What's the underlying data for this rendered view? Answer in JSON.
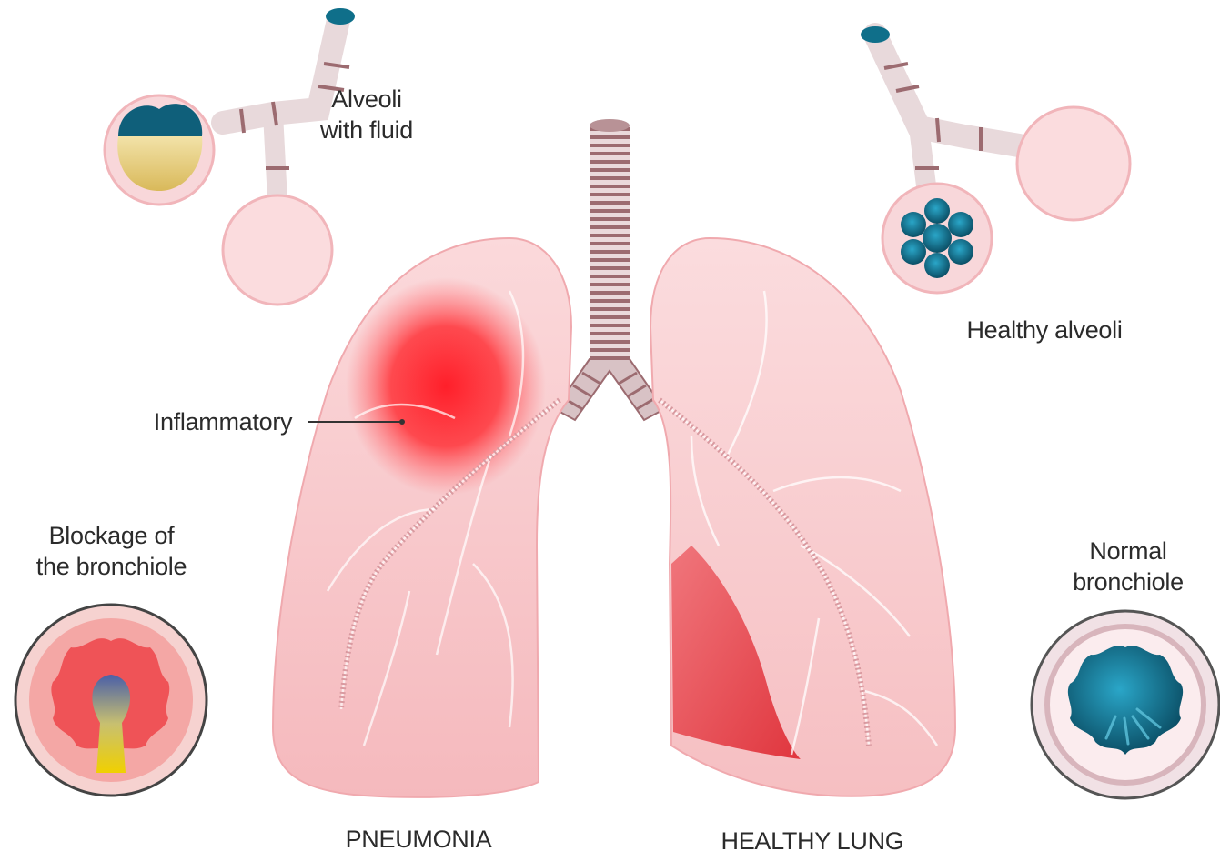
{
  "labels": {
    "alveoli_fluid": [
      "Alveoli",
      "with fluid"
    ],
    "healthy_alveoli": "Healthy alveoli",
    "inflammatory": "Inflammatory",
    "blockage": [
      "Blockage of",
      "the bronchiole"
    ],
    "normal_bronchiole": [
      "Normal",
      "bronchiole"
    ],
    "pneumonia": "PNEUMONIA",
    "healthy_lung": "HEALTHY LUNG"
  },
  "colors": {
    "lung_fill": "#f6c4c7",
    "lung_edge": "#f0a9ae",
    "inflammation": "#ff1f2a",
    "fluid_blue": "#0f5f7a",
    "fluid_yellow": "#e8d27a",
    "trachea": "#e6d6d8",
    "trachea_ring": "#9c6b70"
  }
}
